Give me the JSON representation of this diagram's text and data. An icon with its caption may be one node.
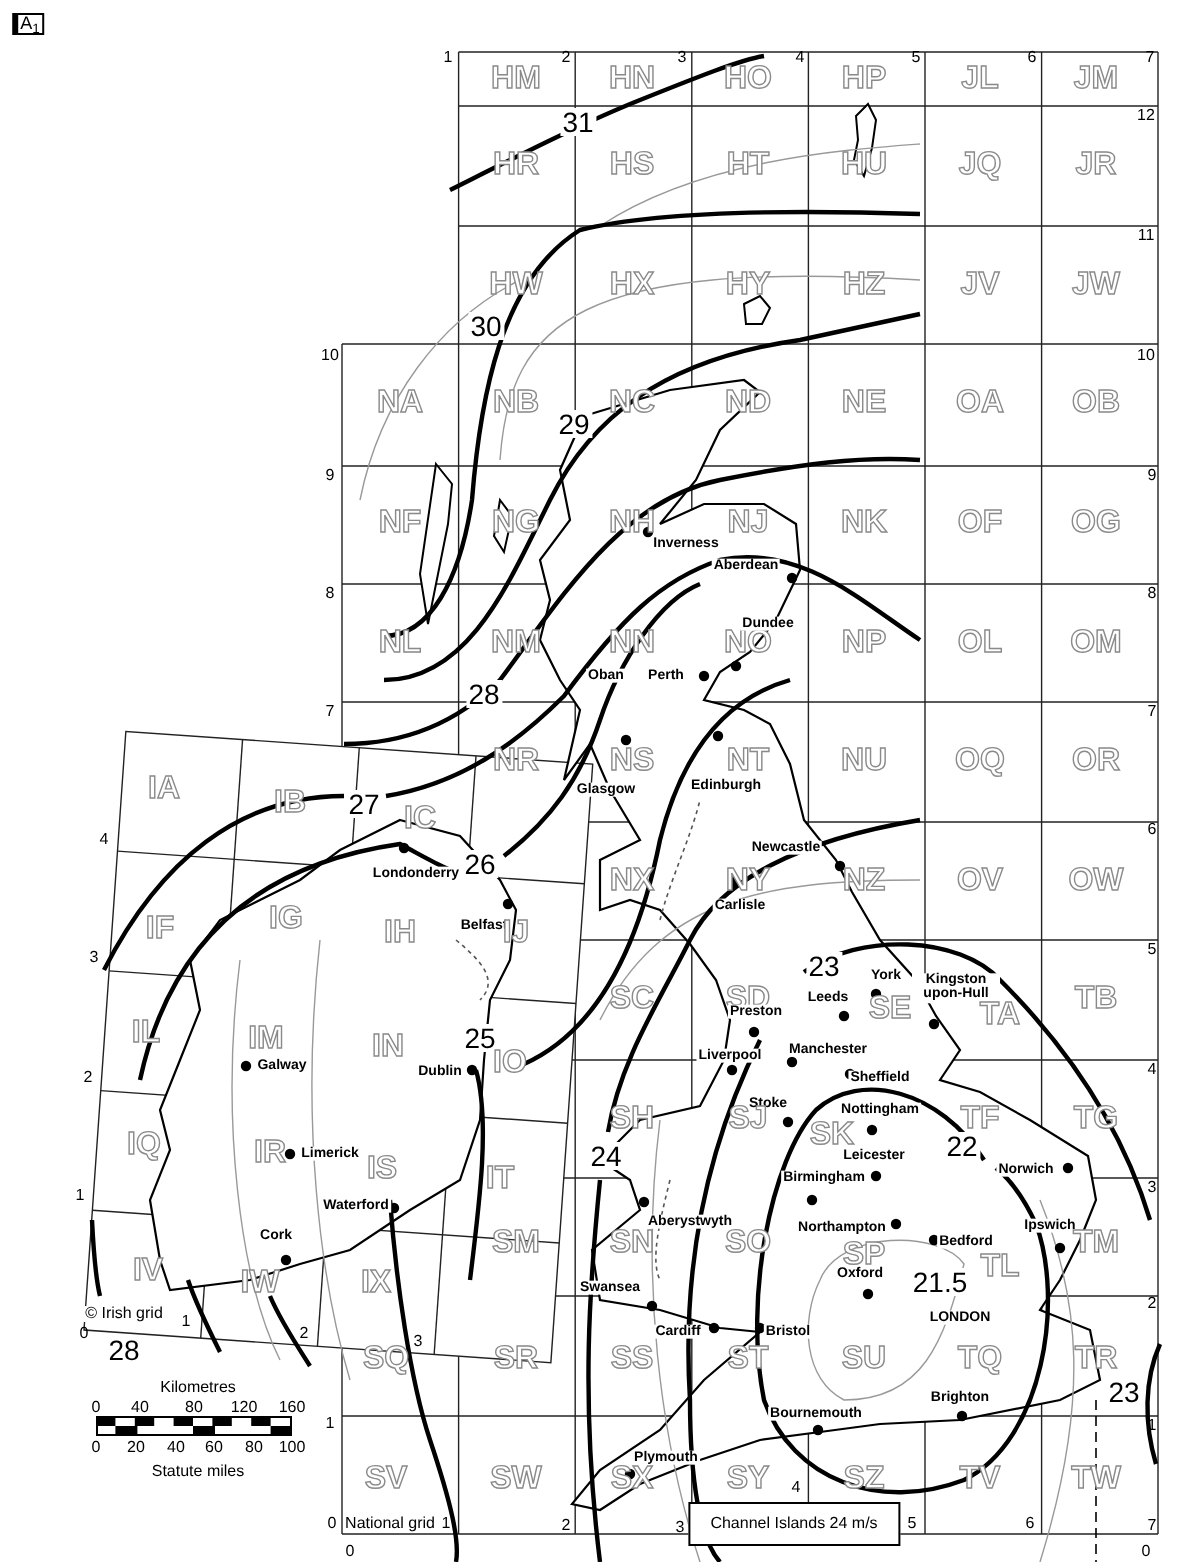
{
  "diagram": {
    "labels": [
      "A$_{1}$",
      "1",
      "2",
      "3",
      "4",
      "5",
      "6",
      "7",
      "HM",
      "HN",
      "HO",
      "HP",
      "JL",
      "JM",
      "12",
      "31",
      "HR",
      "HS",
      "HT",
      "HU",
      "JQ",
      "JR",
      "11",
      "HW",
      "HX",
      "HY",
      "HZ",
      "JV",
      "JW",
      "30",
      "10",
      "10",
      "NA",
      "NB",
      "NC",
      "ND",
      "NE",
      "OA",
      "OB",
      "29",
      "9",
      "9",
      "NF",
      "NG",
      "NH",
      "NJ",
      "NK",
      "OF",
      "OG",
      "Inverness",
      "Aberdean",
      "8",
      "8",
      "NL",
      "NM",
      "NN",
      "NO",
      "NP",
      "OL",
      "OM",
      "Dundee",
      "Oban",
      "Perth",
      "28",
      "7",
      "7",
      "NR",
      "NS",
      "NT",
      "NU",
      "OQ",
      "OR",
      "Glasgow",
      "Edinburgh",
      "IA",
      "IB",
      "27",
      "IC",
      "6",
      "4",
      "Newcastle",
      "26",
      "Londonderry",
      "NX",
      "NY",
      "NZ",
      "OV",
      "OW",
      "Carlisle",
      "Belfast",
      "IF",
      "IG",
      "IH",
      "IJ",
      "5",
      "3",
      "23",
      "York",
      "Kingston upon-Hull",
      "Leeds",
      "SC",
      "SD",
      "SE",
      "TA",
      "TB",
      "Preston",
      "IL",
      "IM",
      "IN",
      "25",
      "IO",
      "Liverpool",
      "Manchester",
      "2",
      "Galway",
      "Dublin",
      "Sheffield",
      "4",
      "Stoke",
      "Nottingham",
      "SH",
      "SJ",
      "SK",
      "TF",
      "TG",
      "Limerick",
      "IQ",
      "IR",
      "IS",
      "IT",
      "24",
      "22",
      "Leicester",
      "Norwich",
      "Birmingham",
      "3",
      "1",
      "Waterford",
      "Aberystwyth",
      "Northampton",
      "Bedford",
      "Ipswich",
      "SM",
      "SN",
      "SO",
      "SP",
      "TL",
      "TM",
      "Cork",
      "IV",
      "IW",
      "IX",
      "Oxford",
      "21.5",
      "Swansea",
      "2",
      "LONDON",
      "© Irish grid",
      "0",
      "1",
      "28",
      "2",
      "3",
      "Cardiff",
      "Bristol",
      "SQ",
      "SR",
      "SS",
      "ST",
      "SU",
      "TQ",
      "TR",
      "Kilometres",
      "23",
      "Brighton",
      "0",
      "40",
      "80",
      "120",
      "160",
      "1",
      "Bournemouth",
      "1",
      "0",
      "20",
      "40",
      "60",
      "80",
      "100",
      "Plymouth",
      "Statute miles",
      "SV",
      "SW",
      "SX",
      "SY",
      "SZ",
      "TV",
      "TW",
      "4",
      "0",
      "National grid",
      "1",
      "2",
      "3",
      "Channel Islands 24 m/s",
      "5",
      "6",
      "7",
      "0",
      "0"
    ]
  }
}
